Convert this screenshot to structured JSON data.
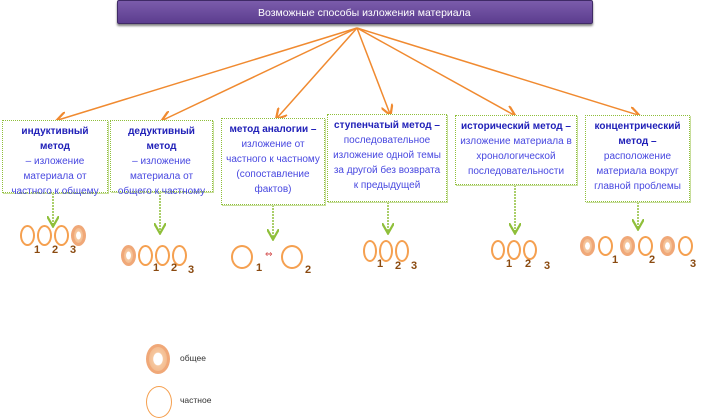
{
  "title": "Возможные способы изложения материала",
  "colors": {
    "title_bg": "#6a4a9e",
    "arrow": "#f08a30",
    "box_border": "#8fbf3a",
    "text": "#3c3cdc",
    "ring": "#f5a050",
    "number": "#8a4a10"
  },
  "methods": [
    {
      "name": "индуктивный метод",
      "description": "– изложение материала от частного к общему",
      "sequence": [
        "частное",
        "частное",
        "частное",
        "общее"
      ],
      "labels": [
        "1",
        "2",
        "3"
      ]
    },
    {
      "name": "дедуктивный метод",
      "description": "– изложение материала от общего к частному",
      "sequence": [
        "общее",
        "частное",
        "частное",
        "частное"
      ],
      "labels": [
        "1",
        "2",
        "3"
      ]
    },
    {
      "name": "метод аналогии –",
      "description": "изложение от частного к частному (сопоставление фактов)",
      "sequence": [
        "частное",
        "частное"
      ],
      "labels": [
        "1",
        "2"
      ],
      "connector": "⇔"
    },
    {
      "name": "ступенчатый метод –",
      "description": "последовательное изложение одной темы за другой без возврата к предыдущей",
      "sequence": [
        "частное",
        "частное",
        "частное"
      ],
      "labels": [
        "1",
        "2",
        "3"
      ]
    },
    {
      "name": "исторический метод –",
      "description": "изложение материала в хронологической последовательности",
      "sequence": [
        "частное",
        "частное",
        "частное"
      ],
      "labels": [
        "1",
        "2",
        "3"
      ]
    },
    {
      "name": "концентрический метод –",
      "description": "расположение материала вокруг главной проблемы",
      "sequence": [
        "общее",
        "частное",
        "общее",
        "частное",
        "общее",
        "частное"
      ],
      "labels": [
        "1",
        "2",
        "3"
      ]
    }
  ],
  "legend": [
    {
      "type": "general",
      "label": "общее"
    },
    {
      "type": "particular",
      "label": "частное"
    }
  ]
}
